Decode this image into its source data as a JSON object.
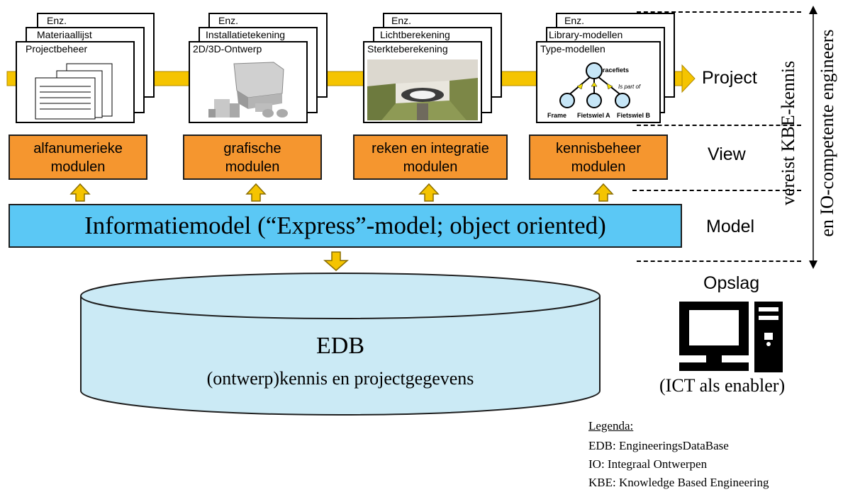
{
  "project_stacks": [
    {
      "top_label": "Enz.",
      "mid_label": "Materiaallijst",
      "front_label": "Projectbeheer",
      "image": "document-pages-icon"
    },
    {
      "top_label": "Enz.",
      "mid_label": "Installatietekening",
      "front_label": "2D/3D-Ontwerp",
      "image": "3d-machine-render"
    },
    {
      "top_label": "Enz.",
      "mid_label": "Lichtberekening",
      "front_label": "Sterkteberekening",
      "image": "bridge-photo"
    },
    {
      "top_label": "Enz.",
      "mid_label": "Library-modellen",
      "front_label": "Type-modellen",
      "image": "type-model-tree"
    }
  ],
  "type_model": {
    "root": "racefiets",
    "relation": "Is part of",
    "leaves": [
      "Frame",
      "Fietswiel A",
      "Fietswiel B"
    ]
  },
  "modules": [
    {
      "line1": "alfanumerieke",
      "line2": "modulen"
    },
    {
      "line1": "grafische",
      "line2": "modulen"
    },
    {
      "line1": "reken en integratie",
      "line2": "modulen"
    },
    {
      "line1": "kennisbeheer",
      "line2": "modulen"
    }
  ],
  "layers": {
    "project": "Project",
    "view": "View",
    "model": "Model",
    "storage": "Opslag"
  },
  "info_model": "Informatiemodel (“Express”-model; object oriented)",
  "edb": {
    "title": "EDB",
    "subtitle": "(ontwerp)kennis en projectgegevens"
  },
  "ict_label": "(ICT als enabler)",
  "vertical_note": {
    "line1": "vereist KBE-kennis",
    "line2": "en IO-competente engineers"
  },
  "legend": {
    "title": "Legenda:",
    "items": [
      "EDB:  EngineeringsDataBase",
      "IO:     Integraal Ontwerpen",
      "KBE:  Knowledge Based Engineering"
    ]
  },
  "colors": {
    "module_fill": "#F5962F",
    "model_fill": "#5BC8F5",
    "edb_fill": "#CBEAF5",
    "arrow_fill": "#F5C400"
  }
}
